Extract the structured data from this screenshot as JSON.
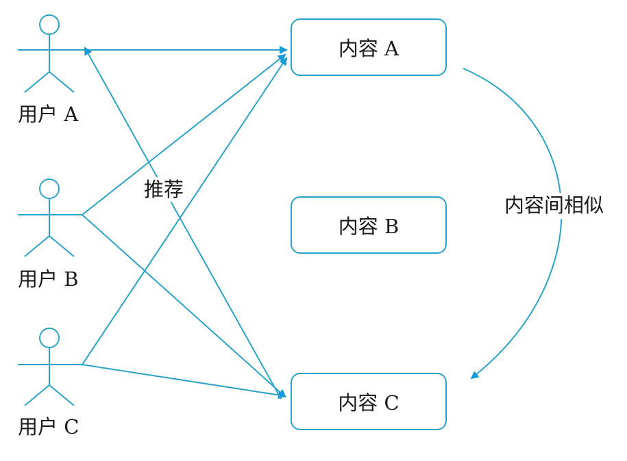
{
  "users": [
    {
      "label": "用户 A"
    },
    {
      "label": "用户 B"
    },
    {
      "label": "用户 C"
    }
  ],
  "contents": [
    {
      "label": "内容 A"
    },
    {
      "label": "内容 B"
    },
    {
      "label": "内容 C"
    }
  ],
  "recommend_label": "推荐",
  "similarity_label": "内容间相似",
  "colors": {
    "line": "#2aa2c8",
    "arrow": "#1a9ad6",
    "text": "#1a1a1a"
  },
  "edges": [
    {
      "from": "用户 A",
      "to": "内容 A"
    },
    {
      "from": "用户 B",
      "to": "内容 A"
    },
    {
      "from": "用户 B",
      "to": "内容 C"
    },
    {
      "from": "用户 C",
      "to": "内容 A"
    },
    {
      "from": "用户 C",
      "to": "内容 C"
    },
    {
      "from": "内容 C",
      "to": "用户 A",
      "label": "推荐"
    },
    {
      "from": "内容 A",
      "to": "内容 C",
      "label": "内容间相似"
    }
  ]
}
